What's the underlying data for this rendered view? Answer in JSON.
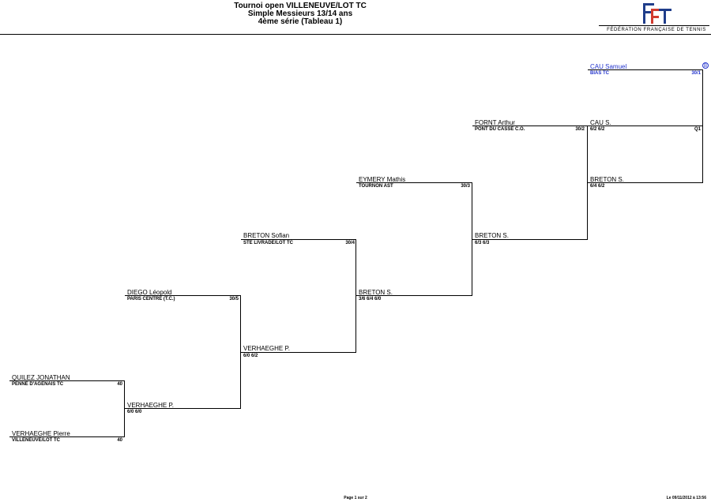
{
  "header": {
    "title_line1": "Tournoi open VILLENEUVE/LOT TC",
    "title_line2": "Simple Messieurs 13/14 ans",
    "title_line3": "4ème série (Tableau 1)",
    "federation": "FÉDÉRATION FRANÇAISE DE TENNIS",
    "logo": "FFT"
  },
  "bracket": {
    "winner": {
      "name": "CAU Samuel",
      "club": "BIAS TC",
      "rank": "30/1",
      "seed_icon": "circle-b"
    },
    "r1_top": {
      "name": "FORNT Arthur",
      "club": "PONT DU CASSE C.O.",
      "rank": "30/2"
    },
    "r1_cau": {
      "name": "CAU S.",
      "score": "6/2 6/2",
      "rank": "Q1"
    },
    "r1_breton_final": {
      "name": "BRETON S.",
      "score": "6/4 6/2"
    },
    "eymery": {
      "name": "EYMERY Mathis",
      "club": "TOURNON AST",
      "rank": "30/3"
    },
    "breton_sf": {
      "name": "BRETON S.",
      "score": "6/3 6/3"
    },
    "breton_sofian": {
      "name": "BRETON Sofian",
      "club": "STE LIVRADE/LOT TC",
      "rank": "30/4"
    },
    "breton_qf": {
      "name": "BRETON S.",
      "score": "3/6 6/4 6/0"
    },
    "diego": {
      "name": "DIEGO Léopold",
      "club": "PARIS CENTRE (T.C.)",
      "rank": "30/5"
    },
    "verhaeghe_r2": {
      "name": "VERHAEGHE P.",
      "score": "6/0 6/2"
    },
    "quilez": {
      "name": "QUILEZ JONATHAN",
      "club": "PENNE D'AGENAIS TC",
      "rank": "40"
    },
    "verhaeghe_r1": {
      "name": "VERHAEGHE P.",
      "score": "6/0 6/0"
    },
    "verhaeghe_pierre": {
      "name": "VERHAEGHE Pierre",
      "club": "VILLENEUVE/LOT TC",
      "rank": "40"
    }
  },
  "footer": {
    "page": "Page 1 sur 2",
    "date": "Le 09/11/2012 à 13:56"
  },
  "colors": {
    "winner": "#2233cc",
    "lines": "#000000"
  }
}
